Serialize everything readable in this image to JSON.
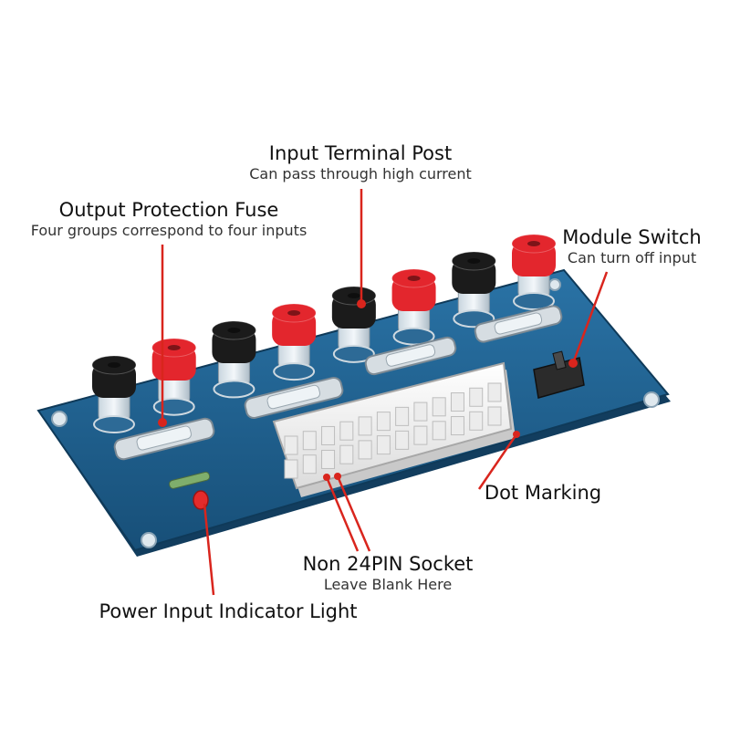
{
  "labels": {
    "terminal_post": {
      "title": "Input Terminal Post",
      "subtitle": "Can pass through high current"
    },
    "fuse": {
      "title": "Output Protection Fuse",
      "subtitle": "Four groups correspond to four inputs"
    },
    "module_switch": {
      "title": "Module Switch",
      "subtitle": "Can turn off input"
    },
    "dot_marking": {
      "title": "Dot Marking"
    },
    "socket": {
      "title": "Non 24PIN Socket",
      "subtitle": "Leave Blank Here"
    },
    "indicator": {
      "title": "Power Input Indicator Light"
    }
  },
  "colors": {
    "pcb": "#1d5f8e",
    "pcb_edge": "#15476b",
    "post_red": "#e3262d",
    "post_black": "#1b1b1b",
    "connector": "#f4f4f4",
    "callout": "#d9251d"
  },
  "terminal_posts": [
    "black",
    "red",
    "black",
    "red",
    "black",
    "red",
    "black",
    "red"
  ]
}
